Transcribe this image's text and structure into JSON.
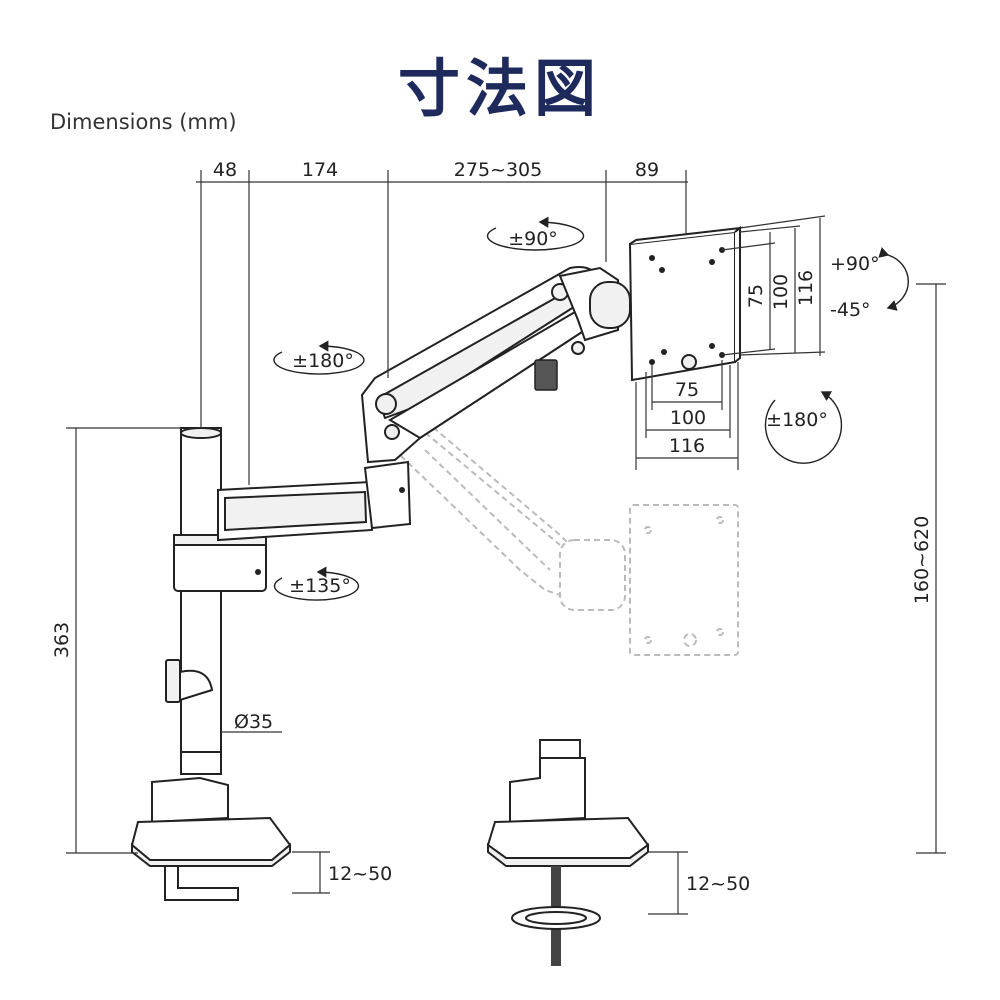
{
  "title": "寸法図",
  "subtitle": "Dimensions (mm)",
  "dims": {
    "pole_offset": "48",
    "arm_lower": "174",
    "arm_upper": "275~305",
    "head": "89",
    "pole_height": "363",
    "pole_diameter": "Ø35",
    "height_range": "160~620",
    "clamp_thickness": "12~50",
    "grommet_thickness": "12~50",
    "vesa_h_75": "75",
    "vesa_h_100": "100",
    "vesa_h_116": "116",
    "vesa_v_75": "75",
    "vesa_v_100": "100",
    "vesa_v_116": "116"
  },
  "rotations": {
    "arm_top": "±90°",
    "arm_joint": "±180°",
    "base": "±135°",
    "tilt_up": "+90°",
    "tilt_down": "-45°",
    "screen": "±180°"
  }
}
